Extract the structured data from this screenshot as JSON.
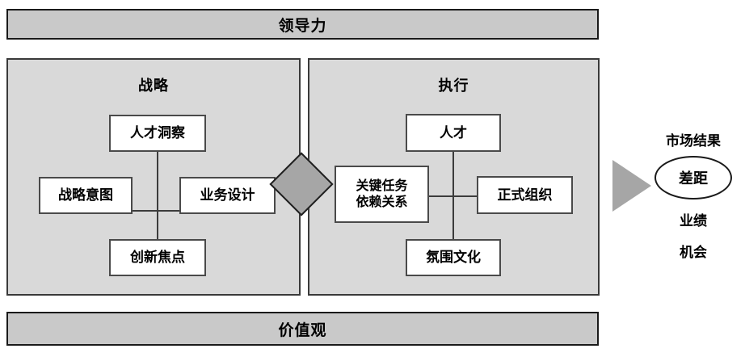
{
  "diagram": {
    "title_top": "领导力",
    "title_bottom": "价值观",
    "panels": [
      {
        "title": "战略",
        "nodes": [
          {
            "label": "人才洞察"
          },
          {
            "label": "战略意图"
          },
          {
            "label": "业务设计"
          },
          {
            "label": "创新焦点"
          }
        ]
      },
      {
        "title": "执行",
        "nodes": [
          {
            "label": "人才"
          },
          {
            "label": "关键任务\n依赖关系",
            "line1": "关键任务",
            "line2": "依赖关系"
          },
          {
            "label": "正式组织"
          },
          {
            "label": "氛围文化"
          }
        ]
      }
    ],
    "connector": {
      "shape": "diamond",
      "color": "#a6a6a6"
    },
    "arrow": {
      "shape": "triangle-right",
      "color": "#a6a6a6"
    },
    "results": {
      "title": "市场结果",
      "gap": "差距",
      "performance": "业绩",
      "opportunity": "机会"
    }
  },
  "colors": {
    "banner_fill": "#c9c9c9",
    "panel_fill": "#d9d9d9",
    "node_fill": "#ffffff",
    "shape_fill": "#a6a6a6",
    "stroke": "#1a1a1a"
  }
}
